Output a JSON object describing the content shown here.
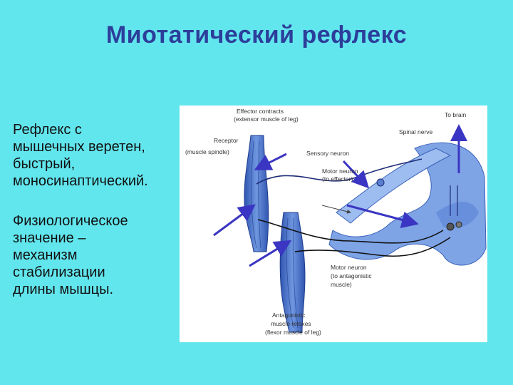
{
  "title": "Миотатический рефлекс",
  "left_text": {
    "paragraph1": [
      "Рефлекс с",
      "мышечных веретен,",
      "быстрый,",
      "моносинаптический."
    ],
    "paragraph2": [
      "Физиологическое",
      "значение –",
      "механизм",
      "стабилизации",
      "длины мышцы."
    ]
  },
  "diagram": {
    "labels": {
      "effector_1": "Effector contracts",
      "effector_2": "(extensor muscle of leg)",
      "to_brain": "To brain",
      "spinal_nerve": "Spinal nerve",
      "receptor_1": "Receptor",
      "receptor_2": "(muscle spindle)",
      "sensory_neuron": "Sensory neuron",
      "motor_neuron_1": "Motor neuron",
      "motor_neuron_2": "(to effector)",
      "motor_antag_1": "Motor neuron",
      "motor_antag_2": "(to antagonistic",
      "motor_antag_3": "muscle)",
      "antag_1": "Antagonistic",
      "antag_2": "muscle relaxes",
      "antag_3": "(flexor muscle of leg)"
    }
  },
  "colors": {
    "background": "#62e6ee",
    "title": "#2c3e9a",
    "muscle": "#4a72c8",
    "spinal_cord": "#7ea4e6",
    "arrow": "#3a35c2"
  }
}
